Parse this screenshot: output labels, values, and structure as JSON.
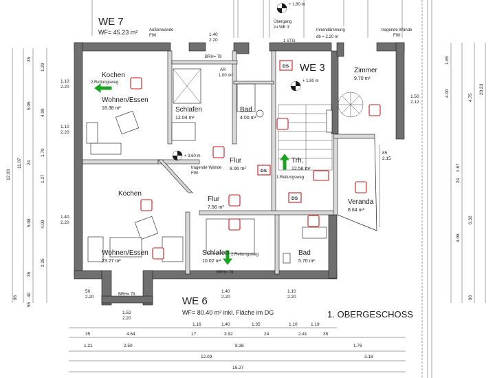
{
  "plan": {
    "title": "1. OBERGESCHOSS",
    "units": {
      "we7": {
        "name": "WE 7",
        "area": "WF= 45.23 m²"
      },
      "we6": {
        "name": "WE 6",
        "area": "WF= 80.40 m²  inkl. Fläche im DG"
      },
      "we3": {
        "name": "WE 3"
      }
    },
    "rooms": [
      {
        "name": "Kochen",
        "area": ""
      },
      {
        "name": "Wohnen/Essen",
        "area": "18.38 m²"
      },
      {
        "name": "Schlafen",
        "area": "12.04 m²"
      },
      {
        "name": "Bad",
        "area": "4.00 m²"
      },
      {
        "name": "Flur",
        "area": "8.06 m²"
      },
      {
        "name": "Trh.",
        "area": "12.56 m²"
      },
      {
        "name": "Zimmer",
        "area": "9.70 m²"
      },
      {
        "name": "Veranda",
        "area": "8.64 m²"
      },
      {
        "name": "Kochen",
        "area": ""
      },
      {
        "name": "Flur",
        "area": "7.56 m²"
      },
      {
        "name": "Wohnen/Essen",
        "area": "23.27 m²"
      },
      {
        "name": "Schlafen",
        "area": "10.02 m²"
      },
      {
        "name": "Bad",
        "area": "5.70 m²"
      }
    ],
    "notes": {
      "aussenwaende": "Außenwände",
      "f90": "F90",
      "tragende": "tragende Wände",
      "innendaemmung": "Innendämmung",
      "db": "db = 2.20 m",
      "uebergang": "Übergang",
      "zu_we3": "zu WE 3",
      "lvl_top": "+ 1.80 m",
      "lvl_we3": "+ 1.80 m",
      "lvl_flur": "+ 3.60 m",
      "stg": "1 STG.",
      "rettungsweg1": "2.Rettungsweg",
      "rettungsweg2": "1.Rettungsweg",
      "rettungsweg3": "2.Rettungsweg",
      "ar": "AR",
      "ar_area": "1.00 m²",
      "ds": "DS",
      "brh78": "BRH= 78"
    },
    "dims_bottom": {
      "row1": [
        "1.16",
        "1.40",
        "1.35",
        "1.10",
        "1.19"
      ],
      "row2": [
        "35",
        "4.64",
        "17",
        "3.92",
        "24",
        "2.41",
        "35"
      ],
      "row3": [
        "1.21",
        "2.50",
        "8.38",
        "1.76"
      ],
      "row4": [
        "12.09",
        "3.18"
      ],
      "row5": [
        "15.27"
      ]
    },
    "dims_left_outer": [
      "12.03",
      "11.07"
    ],
    "dims_left_inner": [
      "35",
      "5.05",
      "24",
      "5.08",
      "35",
      "96"
    ],
    "dims_left_small": [
      "1.29",
      "4.09",
      "1.79",
      "1.37",
      "4.09",
      "2.35",
      "40",
      "55"
    ],
    "dims_right": [
      "1.65",
      "4.00",
      "4.75",
      "20.23",
      "1.67",
      "24",
      "4.06",
      "6.32",
      "96"
    ],
    "windows": [
      "1.10",
      "2.20",
      "1.10",
      "2.20",
      "1.40",
      "2.20",
      "1.40",
      "2.20",
      "1.50",
      "2.12",
      "1.52",
      "2.20",
      "50",
      "2.20",
      "1.40",
      "2.20",
      "1.10",
      "2.20",
      "85",
      "2.15"
    ]
  }
}
